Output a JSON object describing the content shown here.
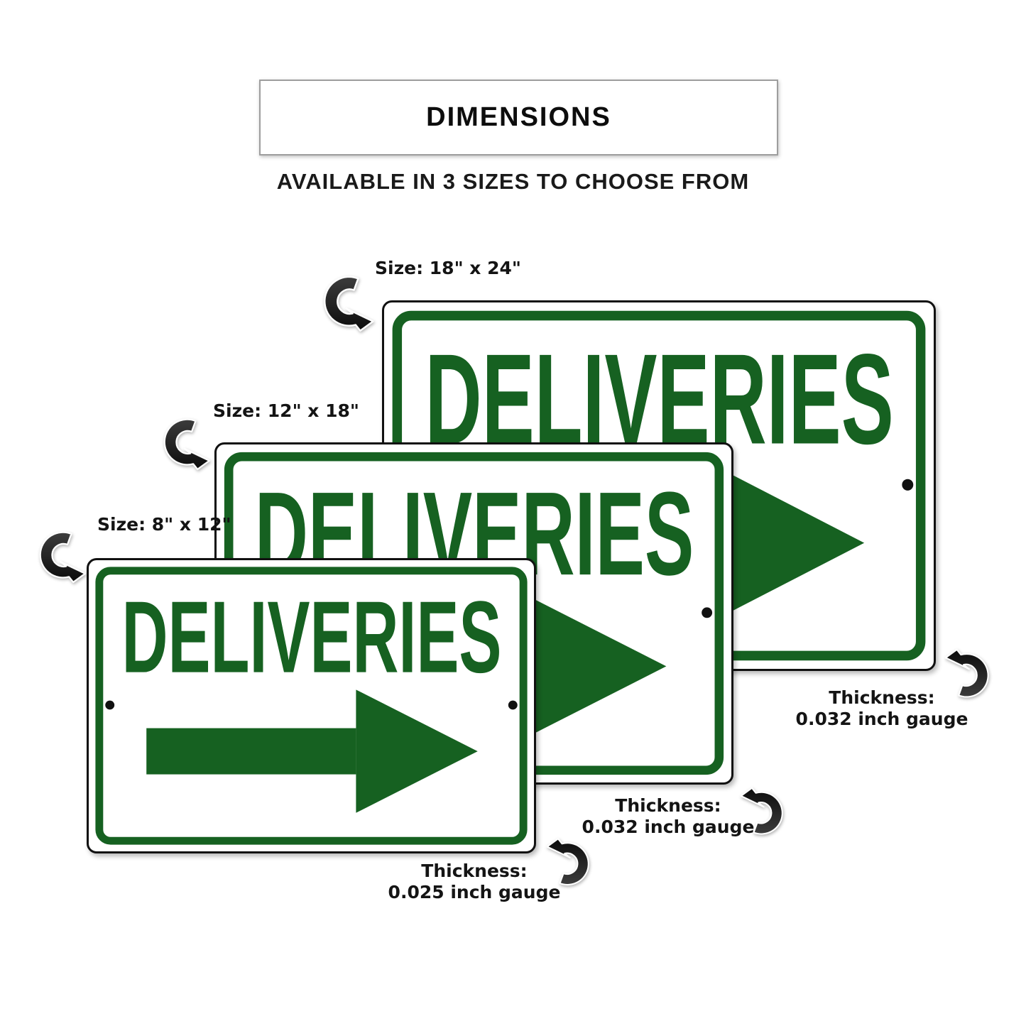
{
  "page": {
    "title": "DIMENSIONS",
    "subtitle": "AVAILABLE IN 3 SIZES TO CHOOSE FROM"
  },
  "colors": {
    "sign_green": "#166121",
    "arrow_black": "#141414"
  },
  "signs": [
    {
      "name": "large",
      "size_label": "Size: 18\" x 24\"",
      "text": "DELIVERIES",
      "thickness_label": "Thickness:",
      "thickness_value": "0.032 inch gauge"
    },
    {
      "name": "medium",
      "size_label": "Size: 12\" x 18\"",
      "text": "DELIVERIES",
      "thickness_label": "Thickness:",
      "thickness_value": "0.032 inch gauge"
    },
    {
      "name": "small",
      "size_label": "Size: 8\" x 12\"",
      "text": "DELIVERIES",
      "thickness_label": "Thickness:",
      "thickness_value": "0.025 inch gauge"
    }
  ]
}
